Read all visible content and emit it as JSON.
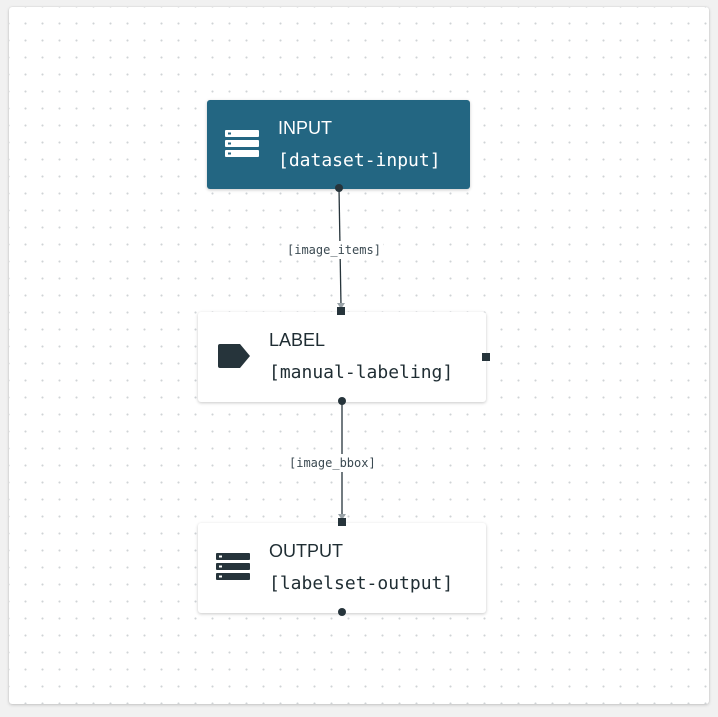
{
  "diagram": {
    "nodes": [
      {
        "id": "input",
        "kind": "INPUT",
        "identifier": "[dataset-input]",
        "icon": "database-icon",
        "highlighted": true
      },
      {
        "id": "label",
        "kind": "LABEL",
        "identifier": "[manual-labeling]",
        "icon": "label-tag-icon",
        "highlighted": false
      },
      {
        "id": "output",
        "kind": "OUTPUT",
        "identifier": "[labelset-output]",
        "icon": "database-icon",
        "highlighted": false
      }
    ],
    "edges": [
      {
        "from": "input",
        "to": "label",
        "label": "[image_items]"
      },
      {
        "from": "label",
        "to": "output",
        "label": "[image_bbox]"
      }
    ]
  },
  "colors": {
    "primary_node": "#236682",
    "port": "#26343b",
    "edge": "#26343b",
    "text_dark": "#1f2d33"
  }
}
